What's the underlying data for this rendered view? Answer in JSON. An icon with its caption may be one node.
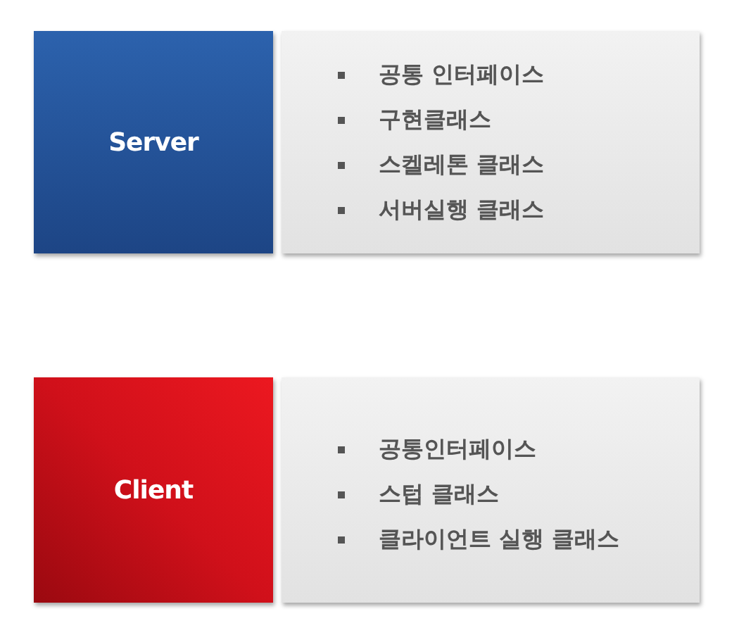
{
  "diagram": {
    "nodes": [
      {
        "text": [
          "Server"
        ]
      },
      {
        "text": [
          "공통 인터페이스",
          "구현클래스",
          "스켈레톤 클래스",
          "서버실행 클래스"
        ]
      },
      {
        "text": [
          "Client"
        ]
      },
      {
        "text": [
          "공통인터페이스",
          "스텁 클래스",
          "클라이언트 실행 클래스"
        ]
      }
    ],
    "edges": []
  }
}
